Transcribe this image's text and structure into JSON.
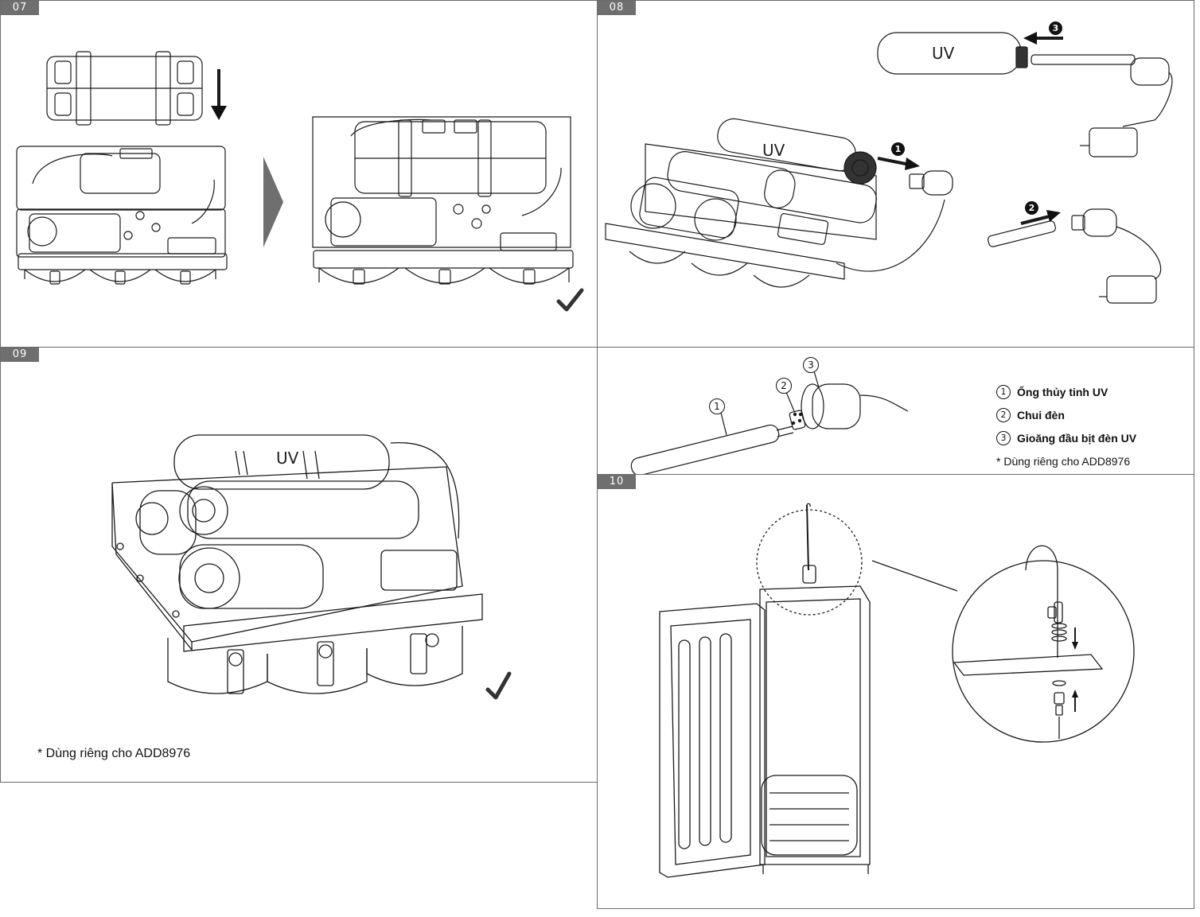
{
  "steps": {
    "s07": "07",
    "s08": "08",
    "s09": "09",
    "s10": "10"
  },
  "labels": {
    "uv": "UV"
  },
  "step08": {
    "badge1": "1",
    "badge2": "2",
    "badge3": "3"
  },
  "legend": {
    "items": [
      {
        "num": "1",
        "text": "Ống thủy tinh UV"
      },
      {
        "num": "2",
        "text": "Chui đèn"
      },
      {
        "num": "3",
        "text": "Gioăng đầu bịt đèn UV"
      }
    ],
    "note": "* Dùng riêng cho ADD8976"
  },
  "step09": {
    "note": "* Dùng riêng cho ADD8976"
  },
  "icons": [
    "down-arrow-icon",
    "chevron-right-icon",
    "checkmark-icon",
    "right-arrow-icon",
    "up-arrow-icon"
  ]
}
